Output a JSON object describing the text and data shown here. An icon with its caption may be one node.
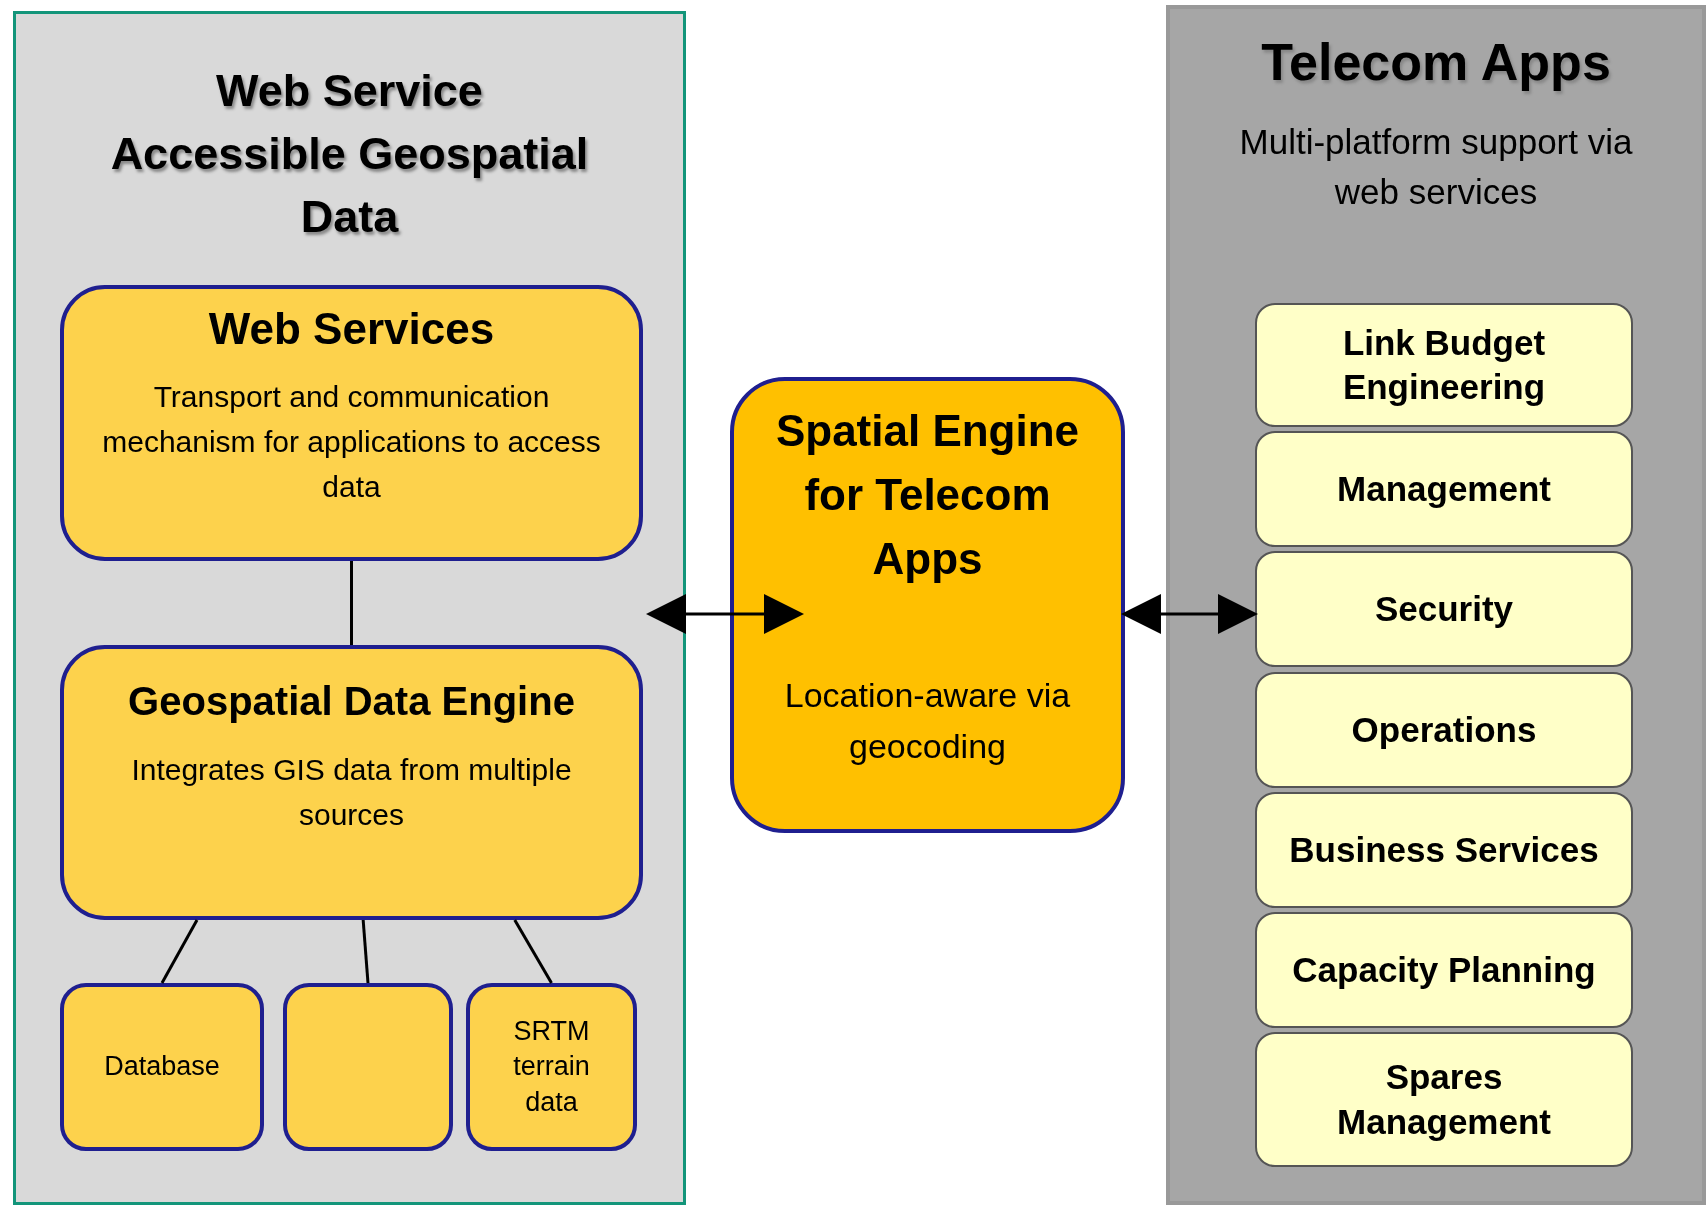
{
  "diagram": {
    "nodes": [
      {
        "text": [
          "Web Service Accessible Geospatial Data"
        ]
      },
      {
        "text": [
          "Web Services",
          "Transport and communication mechanism for applications to access data"
        ],
        "in": 0
      },
      {
        "text": [
          "Geospatial Data Engine",
          "Integrates GIS data from multiple sources"
        ],
        "in": 0
      },
      {
        "text": [
          "Database"
        ],
        "in": 0
      },
      {
        "text": [],
        "shape": "box",
        "in": 0
      },
      {
        "text": [
          "SRTM terrain data"
        ],
        "in": 0
      },
      {
        "text": [
          "Spatial Engine for Telecom Apps",
          "Location-aware via geocoding"
        ]
      },
      {
        "text": [
          "Telecom Apps",
          "Multi-platform support via web services"
        ]
      },
      {
        "text": [
          "Link Budget Engineering"
        ],
        "in": 7
      },
      {
        "text": [
          "Management"
        ],
        "in": 7
      },
      {
        "text": [
          "Security"
        ],
        "in": 7
      },
      {
        "text": [
          "Operations"
        ],
        "in": 7
      },
      {
        "text": [
          "Business Services"
        ],
        "in": 7
      },
      {
        "text": [
          "Capacity Planning"
        ],
        "in": 7
      },
      {
        "text": [
          "Spares Management"
        ],
        "in": 7
      }
    ],
    "edges": [
      {
        "from": 1,
        "to": 2,
        "arrow": "none"
      },
      {
        "from": 2,
        "to": 3,
        "arrow": "none"
      },
      {
        "from": 2,
        "to": 4,
        "arrow": "none"
      },
      {
        "from": 2,
        "to": 5,
        "arrow": "none"
      },
      {
        "from": 0,
        "to": 6,
        "arrow": "both"
      },
      {
        "from": 6,
        "to": 10,
        "arrow": "both"
      }
    ]
  }
}
